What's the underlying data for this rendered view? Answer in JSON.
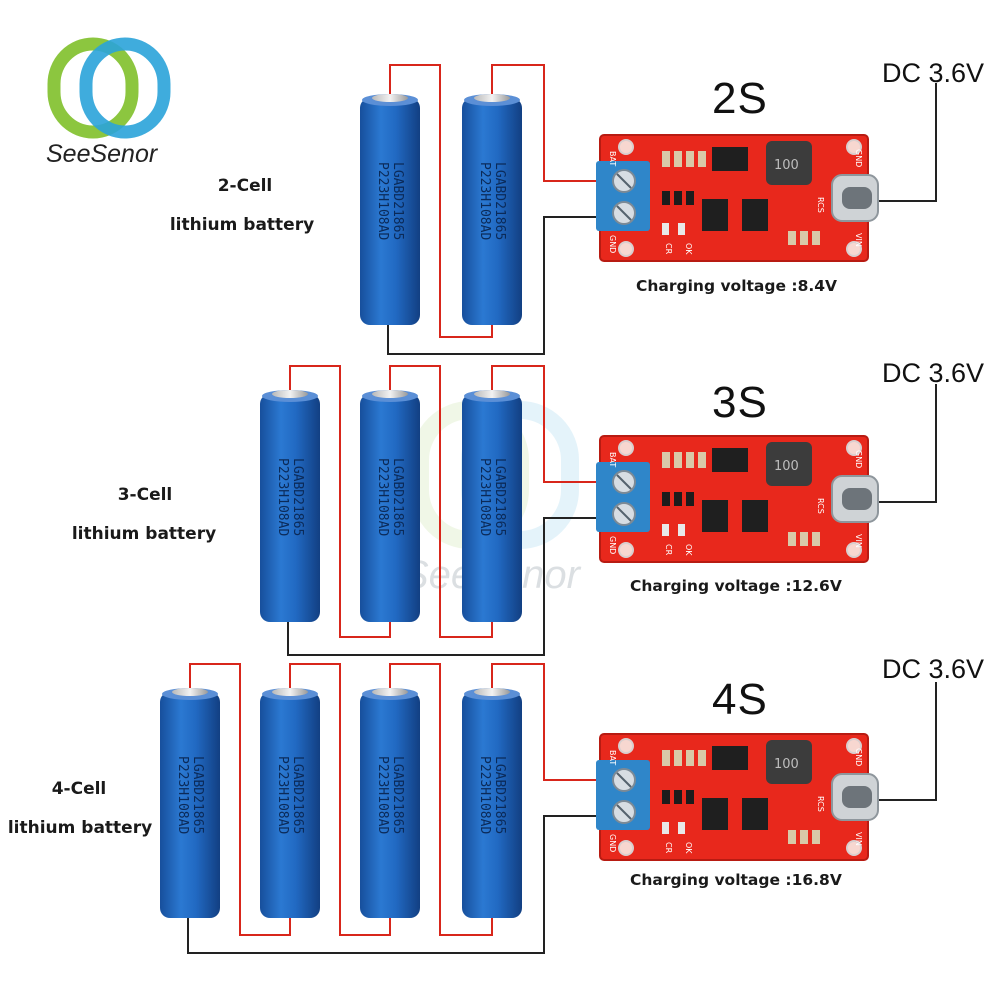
{
  "brand": {
    "name": "SeeSenor",
    "logo_icon": "interlocking-S-logo",
    "colors": {
      "green": "#8cc63f",
      "blue": "#2aa3d9"
    }
  },
  "watermark": "SeeSenor",
  "battery_print": {
    "line1": "LGABD21865",
    "line2": "P223H108AD"
  },
  "colors": {
    "battery": "#2169c2",
    "board": "#e8281c",
    "wire_red": "#d8261b",
    "wire_black": "#222222",
    "terminal": "#2f86c9"
  },
  "configs": [
    {
      "key": "2s",
      "cells": 2,
      "series_label": "2S",
      "cell_label_line1": "2-Cell",
      "cell_label_line2": "lithium battery",
      "input": "DC 3.6V",
      "charging": "Charging voltage :8.4V"
    },
    {
      "key": "3s",
      "cells": 3,
      "series_label": "3S",
      "cell_label_line1": "3-Cell",
      "cell_label_line2": "lithium battery",
      "input": "DC 3.6V",
      "charging": "Charging voltage :12.6V"
    },
    {
      "key": "4s",
      "cells": 4,
      "series_label": "4S",
      "cell_label_line1": "4-Cell",
      "cell_label_line2": "lithium battery",
      "input": "DC 3.6V",
      "charging": "Charging voltage :16.8V"
    }
  ],
  "board_print": {
    "inductor": "100",
    "bat": "BAT",
    "gnd": "GND",
    "cr": "CR",
    "ok": "OK",
    "rcs": "RCS",
    "vin": "VIN"
  }
}
